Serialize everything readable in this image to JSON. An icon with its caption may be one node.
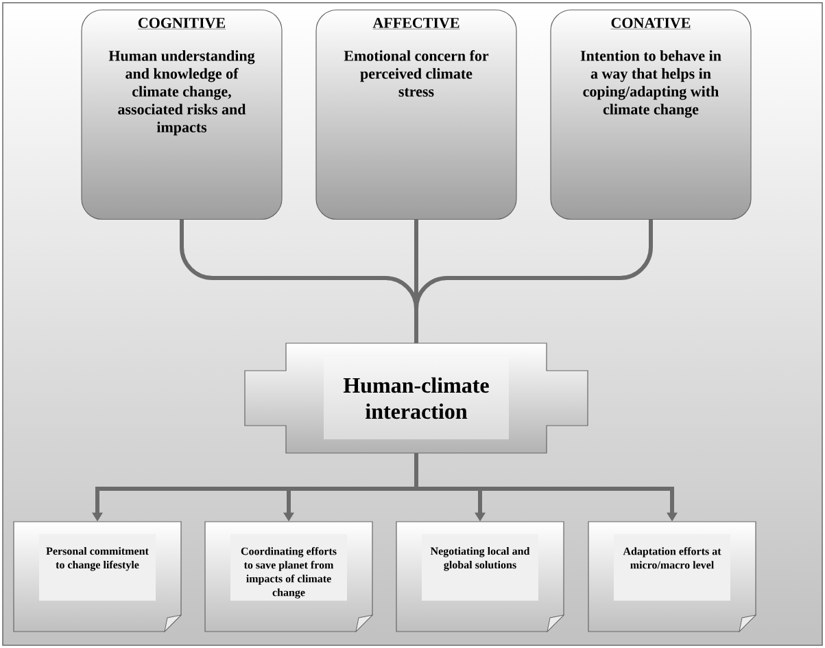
{
  "diagram": {
    "nodes": [
      {
        "text": [
          "COGNITIVE",
          "Human understanding and knowledge of climate change, associated risks and impacts"
        ]
      },
      {
        "text": [
          "AFFECTIVE",
          "Emotional concern for perceived climate stress"
        ]
      },
      {
        "text": [
          "CONATIVE",
          "Intention to behave in a way that helps in coping/adapting with climate change"
        ]
      },
      {
        "text": [
          "Human-climate interaction"
        ]
      },
      {
        "text": [
          "Personal commitment to change lifestyle"
        ]
      },
      {
        "text": [
          "Coordinating efforts to save planet from impacts of climate change"
        ]
      },
      {
        "text": [
          "Negotiating local and global solutions"
        ]
      },
      {
        "text": [
          "Adaptation efforts at micro/macro level"
        ]
      }
    ],
    "edges": [
      {
        "from": 0,
        "to": 3,
        "arrow": "none"
      },
      {
        "from": 1,
        "to": 3,
        "arrow": "none"
      },
      {
        "from": 2,
        "to": 3,
        "arrow": "none"
      },
      {
        "from": 3,
        "to": 4,
        "arrow": "to"
      },
      {
        "from": 3,
        "to": 5,
        "arrow": "to"
      },
      {
        "from": 3,
        "to": 6,
        "arrow": "to"
      },
      {
        "from": 3,
        "to": 7,
        "arrow": "to"
      }
    ]
  }
}
